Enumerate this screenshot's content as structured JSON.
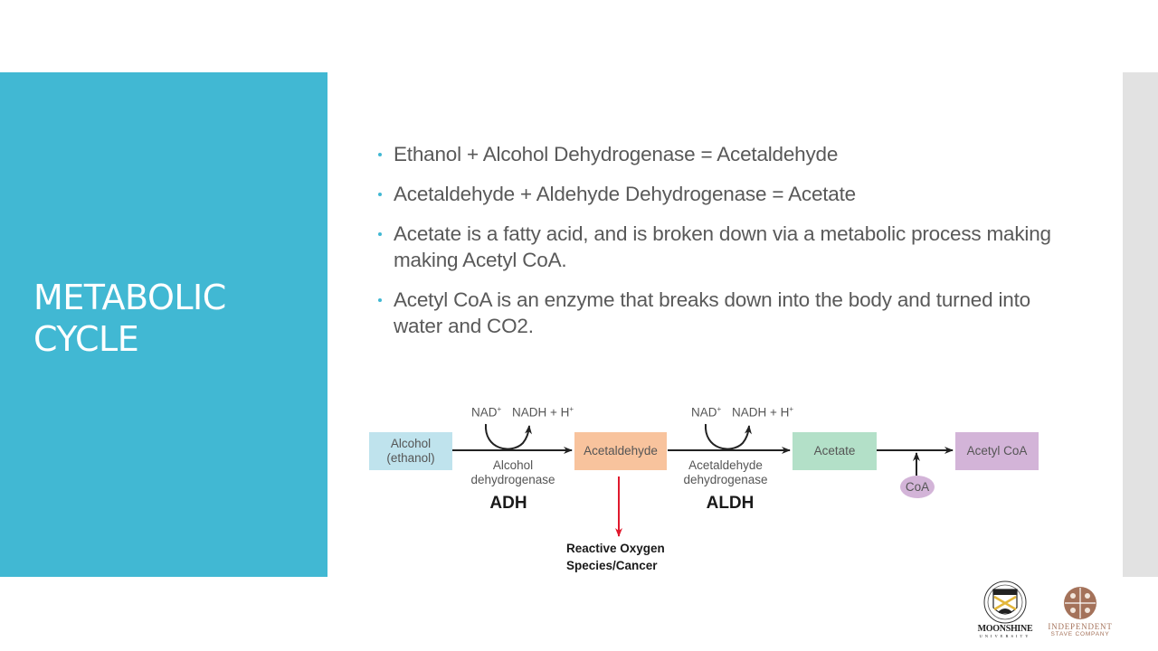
{
  "slide": {
    "title": "METABOLIC CYCLE",
    "title_lines": [
      "METABOLIC",
      "CYCLE"
    ],
    "accent_color": "#41b8d3",
    "bullets": [
      {
        "text": "Ethanol + Alcohol Dehydrogenase = Acetaldehyde"
      },
      {
        "text": "Acetaldehyde + Aldehyde Dehydrogenase = Acetate"
      },
      {
        "text": "Acetate is a fatty acid, and is broken down via a metabolic process making making Acetyl CoA."
      },
      {
        "text": "Acetyl CoA is an enzyme that breaks down into the body and turned into water and CO2."
      }
    ]
  },
  "diagram": {
    "nodes": {
      "alcohol": {
        "line1": "Alcohol",
        "line2": "(ethanol)",
        "color": "#bfe3ed"
      },
      "acetaldehyde": {
        "label": "Acetaldehyde",
        "color": "#f8c39d"
      },
      "acetate": {
        "label": "Acetate",
        "color": "#b3e0c8"
      },
      "acetyl_coa": {
        "label": "Acetyl CoA",
        "color": "#d3b4d8"
      },
      "coa": {
        "label": "CoA",
        "color": "#d3b4d8"
      }
    },
    "step1": {
      "cofactor_in": "NAD",
      "cofactor_out": "NADH + H",
      "enzyme_line1": "Alcohol",
      "enzyme_line2": "dehydrogenase",
      "abbr": "ADH"
    },
    "step2": {
      "cofactor_in": "NAD",
      "cofactor_out": "NADH + H",
      "enzyme_line1": "Acetaldehyde",
      "enzyme_line2": "dehydrogenase",
      "abbr": "ALDH"
    },
    "superscript": "+",
    "side_product": {
      "line1": "Reactive Oxygen",
      "line2": "Species/Cancer",
      "arrow_color": "#e0192d"
    }
  },
  "logos": {
    "moonshine": {
      "line1": "MOONSHINE",
      "line2": "UNIVERSITY"
    },
    "stave": {
      "line1": "INDEPENDENT",
      "line2": "STAVE COMPANY"
    }
  }
}
